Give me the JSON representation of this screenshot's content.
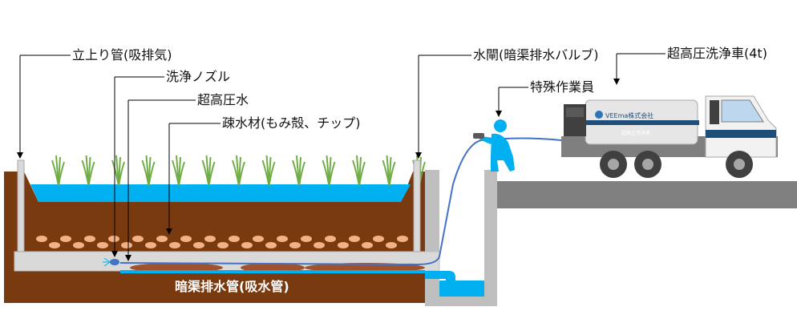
{
  "labels": {
    "standpipe": "立上り管(吸排気)",
    "nozzle": "洗浄ノズル",
    "high_pressure_water": "超高圧水",
    "filter_material": "疎水材(もみ殻、チップ)",
    "drain_pipe": "暗渠排水管(吸水管)",
    "water_gate": "水閘(暗渠排水バルブ)",
    "worker": "特殊作業員",
    "truck": "超高圧洗浄車(4t)"
  },
  "truck_markings": {
    "company": "VEEma株式会社",
    "side_text": "超高圧洗浄車"
  },
  "colors": {
    "soil": "#7a3a10",
    "water": "#00b0f0",
    "pipe": "#d9d9d9",
    "pebble": "#f4b183",
    "ground": "#808080",
    "plant": "#70ad47",
    "worker": "#00b0f0",
    "hose": "#4472c4"
  }
}
